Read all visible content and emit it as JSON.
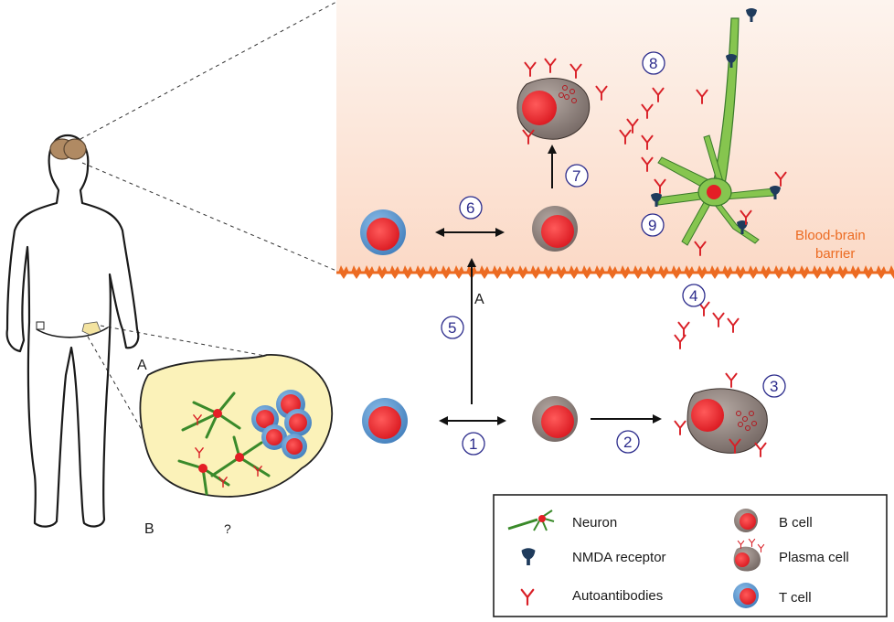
{
  "labels": {
    "tissue_site": "A",
    "body_b": "B",
    "unknown": "?",
    "barrier_crossing": "A"
  },
  "barrier": {
    "line1": "Blood-brain",
    "line2": "barrier"
  },
  "steps": [
    "1",
    "2",
    "3",
    "4",
    "5",
    "6",
    "7",
    "8",
    "9"
  ],
  "legend": {
    "items": [
      {
        "label": "Neuron",
        "icon": "neuron-icon"
      },
      {
        "label": "NMDA receptor",
        "icon": "nmda-receptor-icon"
      },
      {
        "label": "Autoantibodies",
        "icon": "autoantibody-icon"
      },
      {
        "label": "B cell",
        "icon": "b-cell-icon"
      },
      {
        "label": "Plasma cell",
        "icon": "plasma-cell-icon"
      },
      {
        "label": "T cell",
        "icon": "t-cell-icon"
      }
    ]
  },
  "colors": {
    "barrier_orange": "#ec6b22",
    "brain_region_top": "#fdf3ec",
    "brain_region_bottom": "#fbdccb",
    "nucleus_red": "#e41e26",
    "t_cell_blue": "#4f8dc9",
    "b_cell_grey": "#8a7d78",
    "neuron_green": "#86c54f",
    "antibody_red": "#d91f26",
    "receptor_navy": "#1f3b5c",
    "tumor_yellow": "#fbf2b9",
    "step_circle": "#2c2c8c"
  }
}
